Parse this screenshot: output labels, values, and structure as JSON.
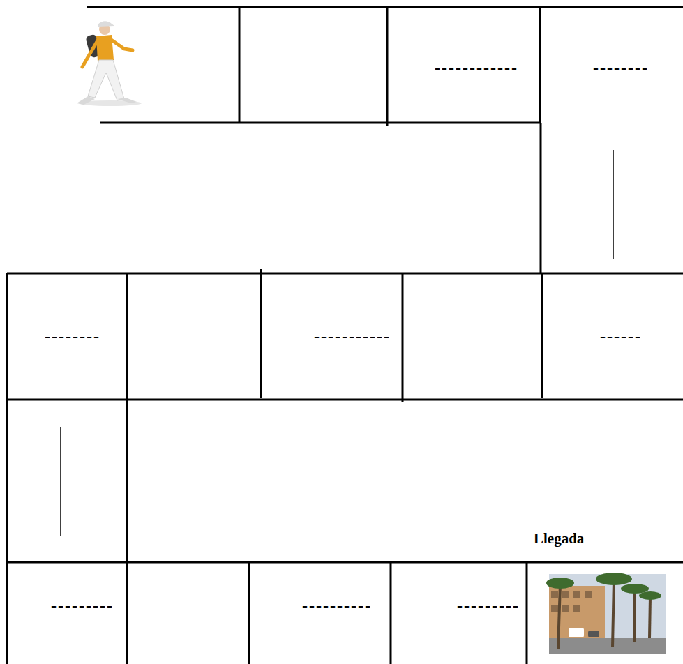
{
  "diagram": {
    "nodes": [
      {
        "text": [
          "------------"
        ]
      },
      {
        "text": [
          "--------"
        ]
      },
      {
        "text": [
          "--------"
        ]
      },
      {
        "text": [
          "-----------"
        ]
      },
      {
        "text": [
          "------"
        ]
      },
      {
        "text": [
          "---------"
        ]
      },
      {
        "text": [
          "----------"
        ]
      },
      {
        "text": [
          "---------"
        ]
      }
    ],
    "labels": [
      "Llegada"
    ]
  }
}
